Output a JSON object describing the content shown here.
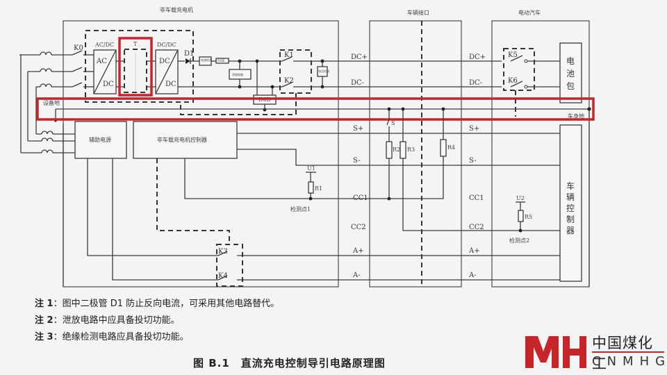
{
  "colors": {
    "highlight": "#c8252b",
    "line": "#3a3a3a",
    "background": "#f4f4f4"
  },
  "sections": {
    "charger": "非车载充电机",
    "interface": "车辆接口",
    "vehicle": "电动汽车"
  },
  "components": {
    "k0": "K0",
    "acdc_title": "AC/DC",
    "acdc_in": "AC",
    "acdc_out": "DC",
    "transformer": "T",
    "dcdc_title": "DC/DC",
    "dcdc_in": "DC",
    "dcdc_out": "DC",
    "d1": "D1",
    "current_detect": "电流检测",
    "fuse": "FUSE",
    "bleeder": "泄放电路",
    "k1": "K1",
    "k2": "K2",
    "voltage_detect": "电压检测",
    "imd": "IMD",
    "equipment_ground": "设备地",
    "vehicle_ground": "车身地",
    "aux_power": "辅助电源",
    "charger_controller": "非车载充电机控制器",
    "u1": "U1",
    "r1": "R1",
    "detect_point_1": "检测点1",
    "k3": "K3",
    "k4": "K4",
    "s_switch": "S",
    "r2": "R2",
    "r3": "R3",
    "r4": "R4",
    "u2": "U2",
    "r5": "R5",
    "detect_point_2": "检测点2",
    "k5": "K5",
    "k6": "K6",
    "battery_pack": [
      "电",
      "池",
      "包"
    ],
    "vehicle_controller": [
      "车",
      "辆",
      "控",
      "制",
      "器"
    ]
  },
  "signals": [
    "DC+",
    "DC-",
    "S+",
    "S-",
    "CC1",
    "CC2",
    "A+",
    "A-"
  ],
  "notes": [
    {
      "label": "注 1",
      "text": "：图中二极管 D1 防止反向电流，可采用其他电路替代。"
    },
    {
      "label": "注 2",
      "text": "：泄放电路中应具备投切功能。"
    },
    {
      "label": "注 3",
      "text": "：绝缘检测电路应具备投切功能。"
    }
  ],
  "caption": "图 B.1　直流充电控制导引电路原理图",
  "logo": {
    "cn": "中国煤化工",
    "en": "CNMHG"
  }
}
